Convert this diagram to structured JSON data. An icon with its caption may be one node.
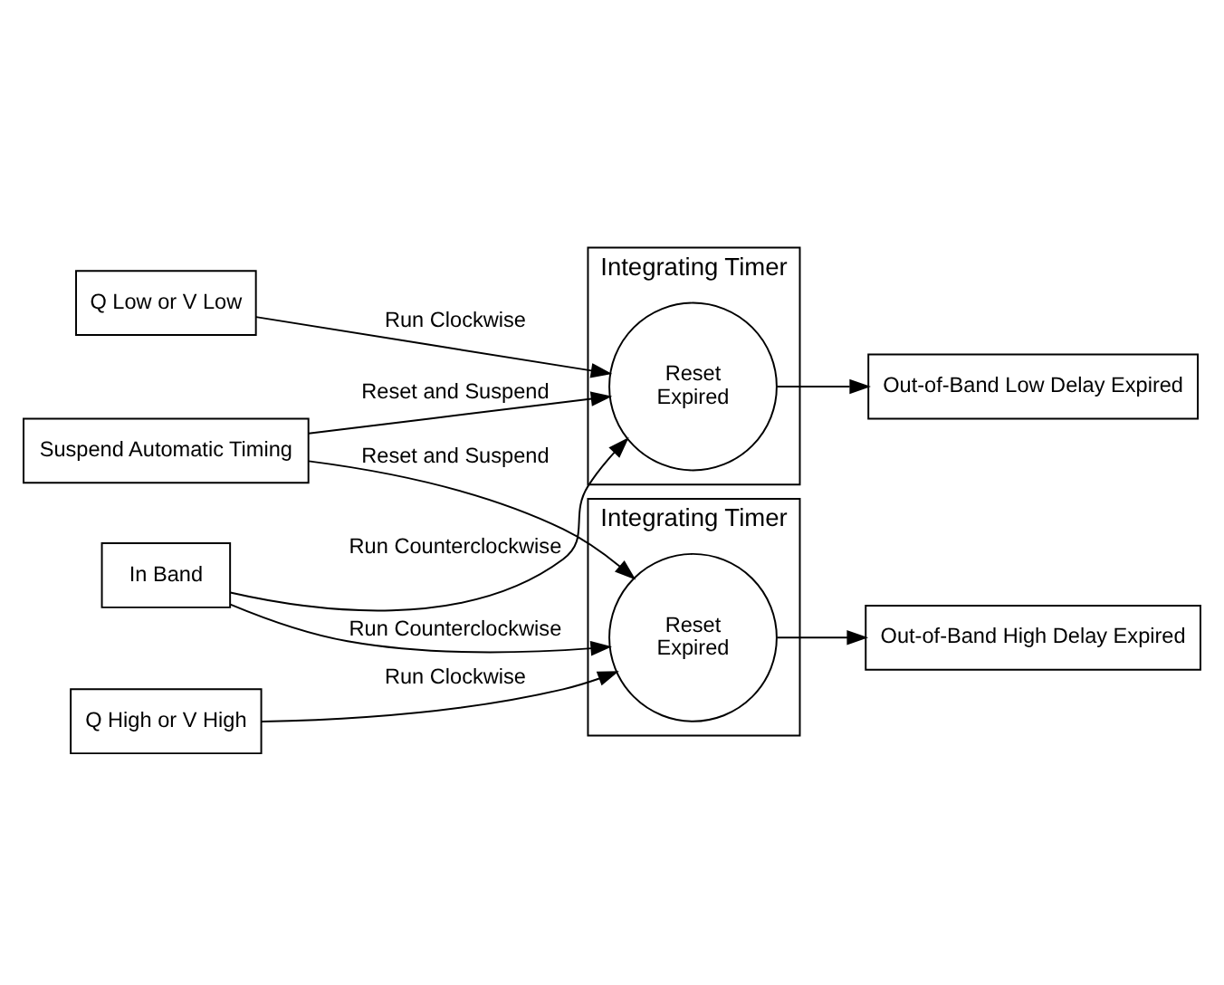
{
  "diagram": {
    "nodes": [
      {
        "text": [
          "Q Low or V Low"
        ]
      },
      {
        "text": [
          "Suspend Automatic Timing"
        ]
      },
      {
        "text": [
          "In Band"
        ]
      },
      {
        "text": [
          "Q High or V High"
        ]
      },
      {
        "text": [
          "Integrating Timer"
        ]
      },
      {
        "text": [
          "Reset",
          "Expired"
        ],
        "in": 4
      },
      {
        "text": [
          "Out-of-Band Low Delay Expired"
        ]
      },
      {
        "text": [
          "Integrating Timer"
        ]
      },
      {
        "text": [
          "Reset",
          "Expired"
        ],
        "in": 7
      },
      {
        "text": [
          "Out-of-Band High Delay Expired"
        ]
      }
    ],
    "edges": [
      {
        "from": 0,
        "to": 5,
        "arrow": "to",
        "label": "Run Clockwise"
      },
      {
        "from": 1,
        "to": 5,
        "arrow": "to",
        "label": "Reset and Suspend"
      },
      {
        "from": 2,
        "to": 5,
        "arrow": "to",
        "label": "Run Counterclockwise"
      },
      {
        "from": 5,
        "to": 6,
        "arrow": "to"
      },
      {
        "from": 3,
        "to": 8,
        "arrow": "to",
        "label": "Run Clockwise"
      },
      {
        "from": 1,
        "to": 8,
        "arrow": "to",
        "label": "Reset and Suspend"
      },
      {
        "from": 2,
        "to": 8,
        "arrow": "to",
        "label": "Run Counterclockwise"
      },
      {
        "from": 8,
        "to": 9,
        "arrow": "to"
      }
    ]
  }
}
